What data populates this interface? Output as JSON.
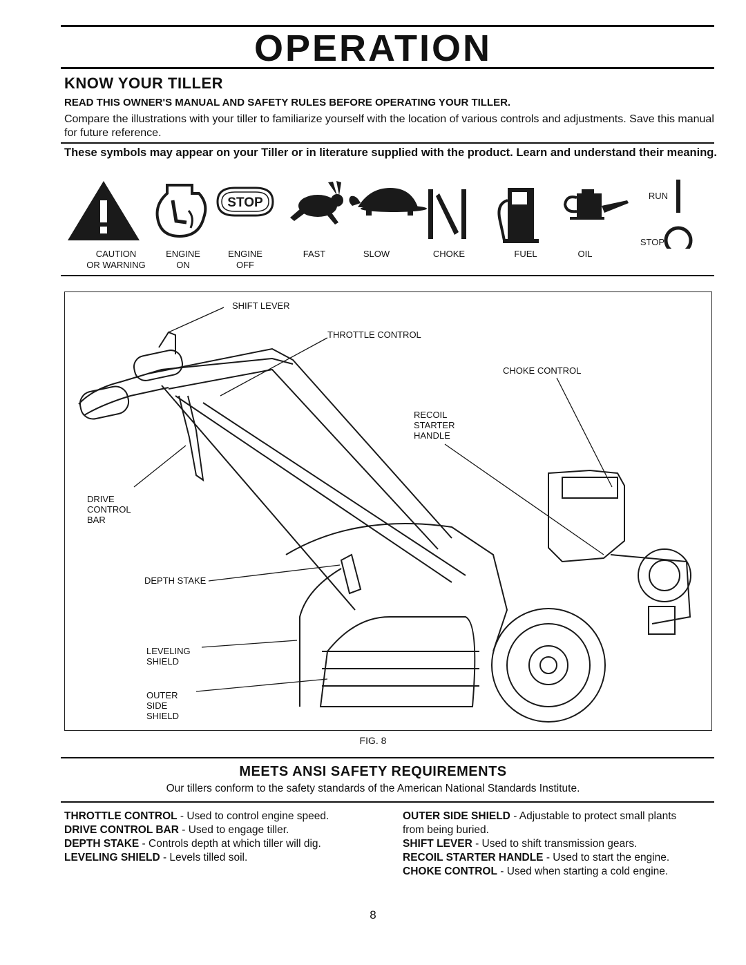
{
  "page": {
    "title": "OPERATION",
    "section_heading": "KNOW YOUR TILLER",
    "read_line": "READ THIS OWNER'S MANUAL AND SAFETY RULES BEFORE OPERATING YOUR TILLER.",
    "compare_text": "Compare the illustrations with your tiller to familiarize yourself with the location of various controls and adjustments. Save this manual for future reference.",
    "symbols_intro": "These symbols may appear on your Tiller or in literature supplied with the product. Learn and understand their meaning.",
    "page_number": "8"
  },
  "symbols": [
    {
      "icon": "caution-triangle-icon",
      "label_line1": "CAUTION",
      "label_line2": "OR WARNING"
    },
    {
      "icon": "engine-on-icon",
      "label_line1": "ENGINE",
      "label_line2": "ON"
    },
    {
      "icon": "engine-off-stop-icon",
      "label_line1": "ENGINE",
      "label_line2": "OFF"
    },
    {
      "icon": "rabbit-icon",
      "label_line1": "FAST",
      "label_line2": ""
    },
    {
      "icon": "turtle-icon",
      "label_line1": "SLOW",
      "label_line2": ""
    },
    {
      "icon": "choke-icon",
      "label_line1": "CHOKE",
      "label_line2": ""
    },
    {
      "icon": "fuel-pump-icon",
      "label_line1": "FUEL",
      "label_line2": ""
    },
    {
      "icon": "oil-can-icon",
      "label_line1": "OIL",
      "label_line2": ""
    }
  ],
  "run_stop": {
    "run": "RUN",
    "stop": "STOP"
  },
  "stop_sign_text": "STOP",
  "figure": {
    "callouts": {
      "shift_lever": "SHIFT LEVER",
      "throttle_control": "THROTTLE CONTROL",
      "choke_control": "CHOKE CONTROL",
      "recoil_1": "RECOIL",
      "recoil_2": "STARTER",
      "recoil_3": "HANDLE",
      "drive_1": "DRIVE",
      "drive_2": "CONTROL",
      "drive_3": "BAR",
      "depth_stake": "DEPTH STAKE",
      "leveling_1": "LEVELING",
      "leveling_2": "SHIELD",
      "outer_1": "OUTER",
      "outer_2": "SIDE",
      "outer_3": "SHIELD"
    },
    "caption": "FIG. 8"
  },
  "ansi": {
    "heading": "MEETS ANSI SAFETY REQUIREMENTS",
    "text": "Our tillers conform to the safety standards of the American National Standards Institute."
  },
  "definitions_left": [
    {
      "term": "THROTTLE CONTROL",
      "desc": " - Used to control engine speed."
    },
    {
      "term": "DRIVE CONTROL BAR",
      "desc": " - Used to engage tiller."
    },
    {
      "term": "DEPTH STAKE",
      "desc": " - Controls depth at which tiller will dig."
    },
    {
      "term": "LEVELING SHIELD",
      "desc": " - Levels tilled soil."
    }
  ],
  "definitions_right": [
    {
      "term": "OUTER SIDE SHIELD",
      "desc": " - Adjustable to protect small plants"
    },
    {
      "term": "",
      "desc": "from being buried."
    },
    {
      "term": "SHIFT LEVER",
      "desc": " - Used to shift transmission gears."
    },
    {
      "term": "RECOIL STARTER HANDLE",
      "desc": " - Used to start the engine."
    },
    {
      "term": "CHOKE CONTROL",
      "desc": " - Used when starting a cold engine."
    }
  ]
}
